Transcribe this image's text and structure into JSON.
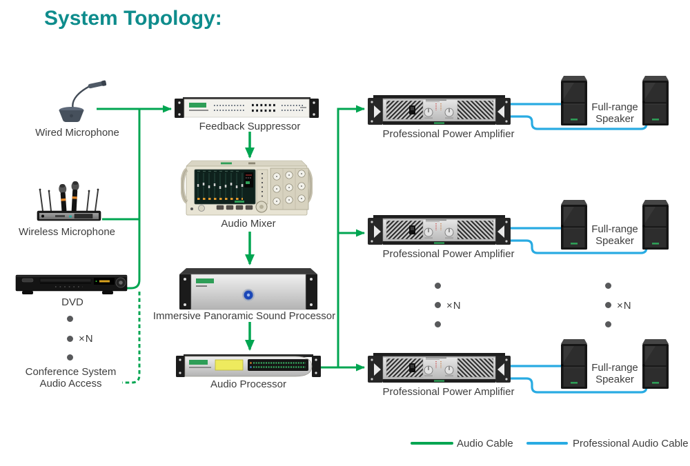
{
  "title": "System Topology:",
  "colors": {
    "title_teal": "#0E8C8C",
    "audio_cable_green": "#00A551",
    "professional_audio_cable_blue": "#29ABE2"
  },
  "markers": {
    "repeat_label": "×N"
  },
  "devices": {
    "wired_microphone": {
      "label": "Wired Microphone"
    },
    "wireless_microphone": {
      "label": "Wireless Microphone"
    },
    "dvd": {
      "label": "DVD"
    },
    "conference_system": {
      "label_line1": "Conference System",
      "label_line2": "Audio Access"
    },
    "feedback_suppressor": {
      "label": "Feedback Suppressor"
    },
    "audio_mixer": {
      "label": "Audio Mixer"
    },
    "immersive_processor": {
      "label": "Immersive Panoramic Sound Processor"
    },
    "audio_processor": {
      "label": "Audio Processor"
    },
    "power_amplifier": {
      "label": "Professional Power Amplifier"
    },
    "full_range_speaker": {
      "label_line1": "Full-range",
      "label_line2": "Speaker"
    }
  },
  "legend": {
    "audio_cable_label": "Audio Cable",
    "professional_audio_cable_label": "Professional Audio Cable"
  }
}
